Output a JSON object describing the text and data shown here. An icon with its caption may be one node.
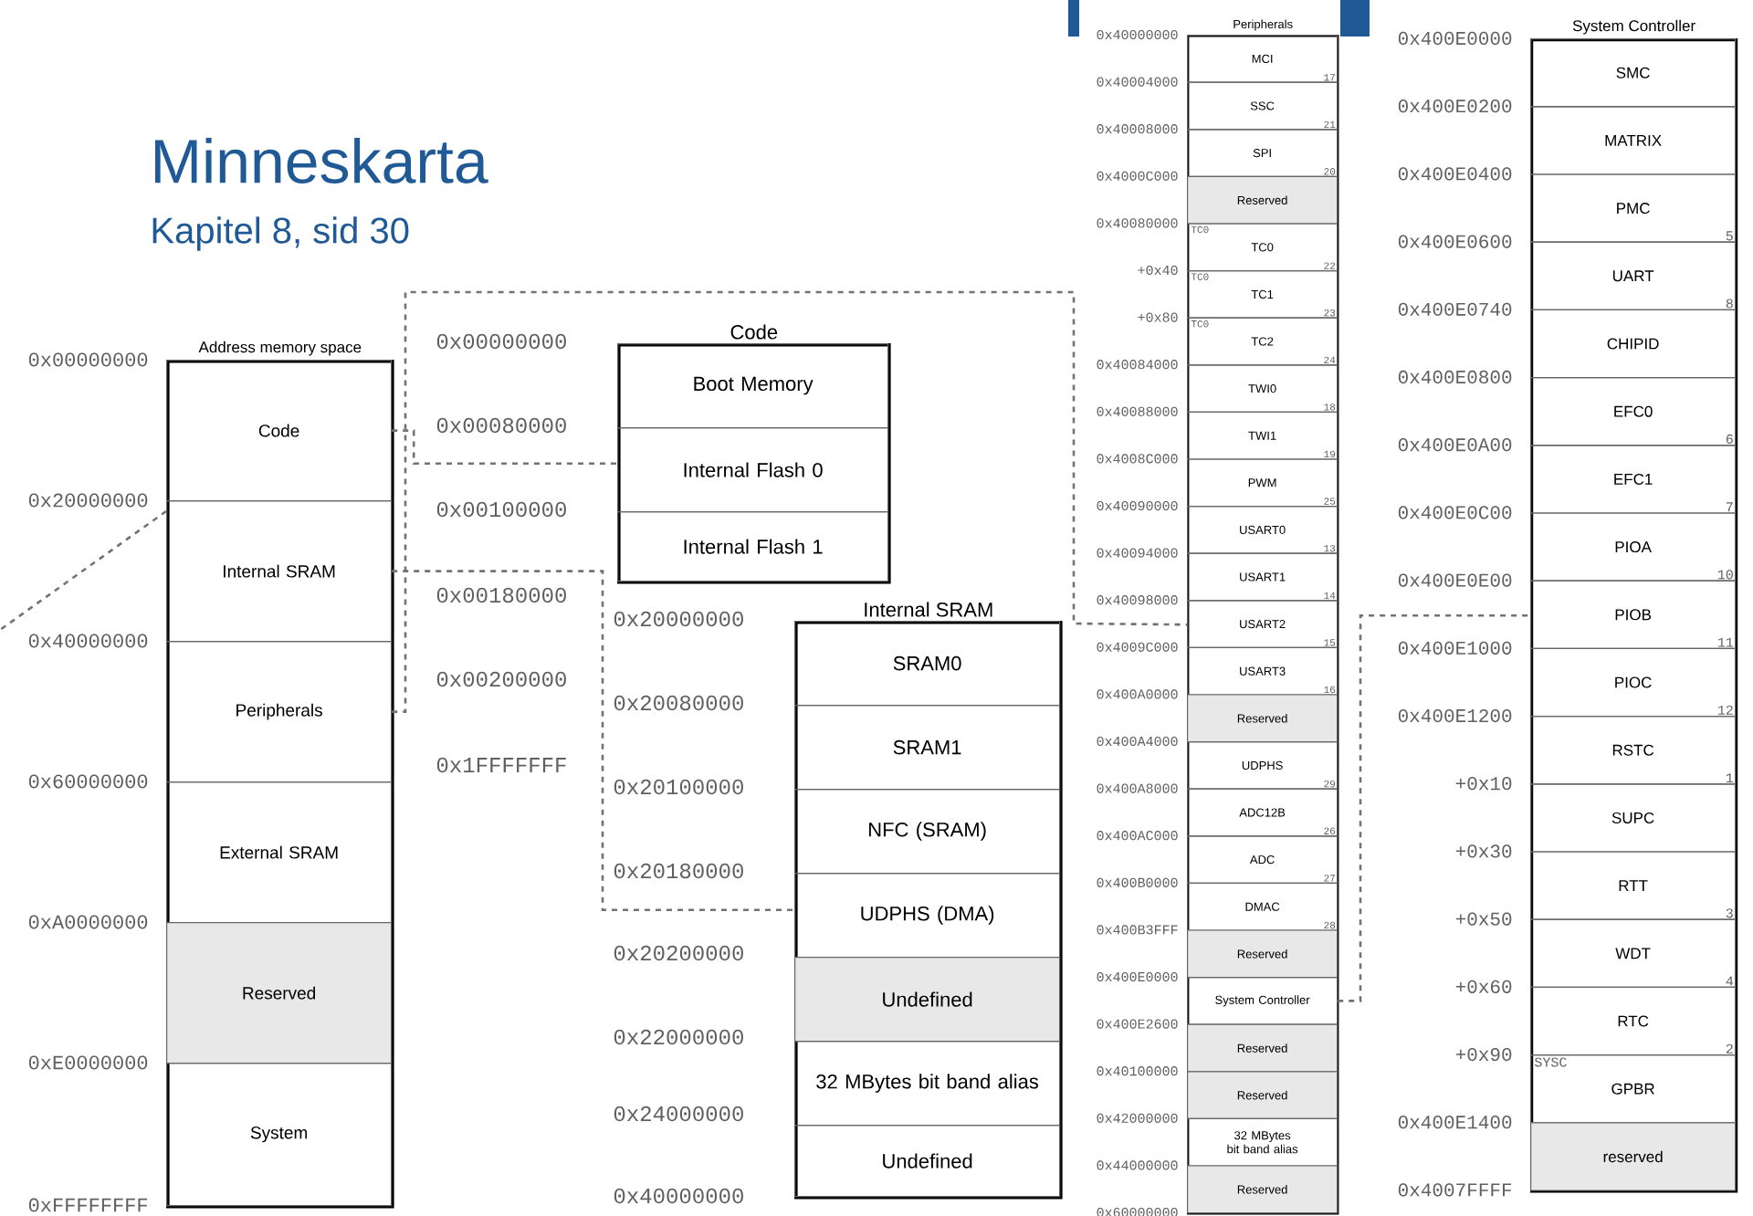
{
  "diagram": {
    "title": "Minneskarta",
    "nodes": [
      {
        "text": [
          "Address memory space"
        ]
      },
      {
        "text": [
          "Code"
        ],
        "in": 0
      },
      {
        "text": [
          "Internal SRAM"
        ],
        "in": 0
      },
      {
        "text": [
          "Peripherals"
        ],
        "in": 0
      },
      {
        "text": [
          "External SRAM"
        ],
        "in": 0
      },
      {
        "text": [
          "Reserved"
        ],
        "in": 0
      },
      {
        "text": [
          "System"
        ],
        "in": 0
      },
      {
        "text": [
          "Code"
        ]
      },
      {
        "text": [
          "Boot Memory"
        ],
        "in": 7
      },
      {
        "text": [
          "Internal Flash 0"
        ],
        "in": 7
      },
      {
        "text": [
          "Internal Flash 1"
        ],
        "in": 7
      },
      {
        "text": [
          "Internal SRAM"
        ]
      },
      {
        "text": [
          "SRAM0"
        ],
        "in": 11
      },
      {
        "text": [
          "SRAM1"
        ],
        "in": 11
      },
      {
        "text": [
          "NFC (SRAM)"
        ],
        "in": 11
      },
      {
        "text": [
          "UDPHS (DMA)"
        ],
        "in": 11
      },
      {
        "text": [
          "Undefined"
        ],
        "in": 11
      },
      {
        "text": [
          "32 MBytes bit band alias"
        ],
        "in": 11
      },
      {
        "text": [
          "Undefined"
        ],
        "in": 11
      },
      {
        "text": [
          "Peripherals"
        ]
      },
      {
        "text": [
          "MCI",
          "17"
        ],
        "in": 19
      },
      {
        "text": [
          "SSC",
          "21"
        ],
        "in": 19
      },
      {
        "text": [
          "SPI",
          "20"
        ],
        "in": 19
      },
      {
        "text": [
          "Reserved"
        ],
        "in": 19
      },
      {
        "text": [
          "TC0",
          "TC0",
          "22"
        ],
        "in": 19
      },
      {
        "text": [
          "TC1",
          "TC0",
          "23"
        ],
        "in": 19
      },
      {
        "text": [
          "TC2",
          "TC0",
          "24"
        ],
        "in": 19
      },
      {
        "text": [
          "TWI0",
          "18"
        ],
        "in": 19
      },
      {
        "text": [
          "TWI1",
          "19"
        ],
        "in": 19
      },
      {
        "text": [
          "PWM",
          "25"
        ],
        "in": 19
      },
      {
        "text": [
          "USART0",
          "13"
        ],
        "in": 19
      },
      {
        "text": [
          "USART1",
          "14"
        ],
        "in": 19
      },
      {
        "text": [
          "USART2",
          "15"
        ],
        "in": 19
      },
      {
        "text": [
          "USART3",
          "16"
        ],
        "in": 19
      },
      {
        "text": [
          "Reserved"
        ],
        "in": 19
      },
      {
        "text": [
          "UDPHS",
          "29"
        ],
        "in": 19
      },
      {
        "text": [
          "ADC12B",
          "26"
        ],
        "in": 19
      },
      {
        "text": [
          "ADC",
          "27"
        ],
        "in": 19
      },
      {
        "text": [
          "DMAC",
          "28"
        ],
        "in": 19
      },
      {
        "text": [
          "Reserved"
        ],
        "in": 19
      },
      {
        "text": [
          "System Controller"
        ],
        "in": 19
      },
      {
        "text": [
          "Reserved"
        ],
        "in": 19
      },
      {
        "text": [
          "Reserved"
        ],
        "in": 19
      },
      {
        "text": [
          "32 MBytes bit band alias"
        ],
        "in": 19
      },
      {
        "text": [
          "Reserved"
        ],
        "in": 19
      },
      {
        "text": [
          "System Controller"
        ]
      },
      {
        "text": [
          "SMC"
        ],
        "in": 45
      },
      {
        "text": [
          "MATRIX"
        ],
        "in": 45
      },
      {
        "text": [
          "PMC",
          "5"
        ],
        "in": 45
      },
      {
        "text": [
          "UART",
          "8"
        ],
        "in": 45
      },
      {
        "text": [
          "CHIPID"
        ],
        "in": 45
      },
      {
        "text": [
          "EFC0",
          "6"
        ],
        "in": 45
      },
      {
        "text": [
          "EFC1",
          "7"
        ],
        "in": 45
      },
      {
        "text": [
          "PIOA",
          "10"
        ],
        "in": 45
      },
      {
        "text": [
          "PIOB",
          "11"
        ],
        "in": 45
      },
      {
        "text": [
          "PIOC",
          "12"
        ],
        "in": 45
      },
      {
        "text": [
          "RSTC",
          "1"
        ],
        "in": 45
      },
      {
        "text": [
          "SUPC"
        ],
        "in": 45
      },
      {
        "text": [
          "RTT",
          "3"
        ],
        "in": 45
      },
      {
        "text": [
          "WDT",
          "4"
        ],
        "in": 45
      },
      {
        "text": [
          "RTC",
          "2"
        ],
        "in": 45
      },
      {
        "text": [
          "GPBR",
          "SYSC"
        ],
        "in": 45
      },
      {
        "text": [
          "reserved"
        ],
        "in": 45
      }
    ],
    "edges": [
      {
        "from": 1,
        "to": 7,
        "arrow": "none",
        "style": "dashed"
      },
      {
        "from": 2,
        "to": 11,
        "arrow": "none",
        "style": "dashed"
      },
      {
        "from": 3,
        "to": 19,
        "arrow": "none",
        "style": "dashed"
      },
      {
        "from": 40,
        "to": 45,
        "arrow": "none",
        "style": "dashed"
      },
      {
        "from": 2,
        "to": null,
        "arrow": "none",
        "style": "dashed"
      }
    ],
    "labels": [
      "Kapitel 8, sid 30",
      "0x00000000",
      "0x20000000",
      "0x40000000",
      "0x60000000",
      "0xA0000000",
      "0xE0000000",
      "0xFFFFFFFF",
      "0x00000000",
      "0x00080000",
      "0x00100000",
      "0x00180000",
      "0x00200000",
      "0x1FFFFFFF",
      "0x20000000",
      "0x20080000",
      "0x20100000",
      "0x20180000",
      "0x20200000",
      "0x22000000",
      "0x24000000",
      "0x40000000",
      "0x40000000",
      "0x40004000",
      "0x40008000",
      "0x4000C000",
      "0x40080000",
      "+0x40",
      "+0x80",
      "0x40084000",
      "0x40088000",
      "0x4008C000",
      "0x40090000",
      "0x40094000",
      "0x40098000",
      "0x4009C000",
      "0x400A0000",
      "0x400A4000",
      "0x400A8000",
      "0x400AC000",
      "0x400B0000",
      "0x400B3FFF",
      "0x400E0000",
      "0x400E2600",
      "0x40100000",
      "0x42000000",
      "0x44000000",
      "0x60000000",
      "0x400E0000",
      "0x400E0200",
      "0x400E0400",
      "0x400E0600",
      "0x400E0740",
      "0x400E0800",
      "0x400E0A00",
      "0x400E0C00",
      "0x400E0E00",
      "0x400E1000",
      "0x400E1200",
      "+0x10",
      "+0x30",
      "+0x50",
      "+0x60",
      "+0x90",
      "0x400E1400",
      "0x4007FFFF"
    ]
  }
}
